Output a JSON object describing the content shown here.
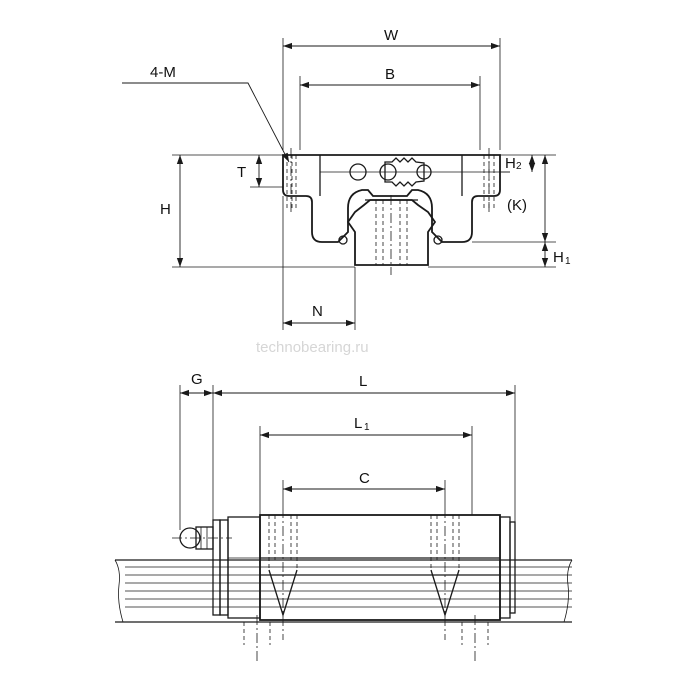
{
  "labels": {
    "W": "W",
    "B": "B",
    "M": "4-M",
    "T": "T",
    "H": "H",
    "H2_main": "H",
    "H2_sub": "2",
    "K": "(K)",
    "H1_main": "H",
    "H1_sub": "1",
    "N": "N",
    "G": "G",
    "L": "L",
    "L1_main": "L",
    "L1_sub": "1",
    "C": "C"
  },
  "watermark": "technobearing.ru"
}
